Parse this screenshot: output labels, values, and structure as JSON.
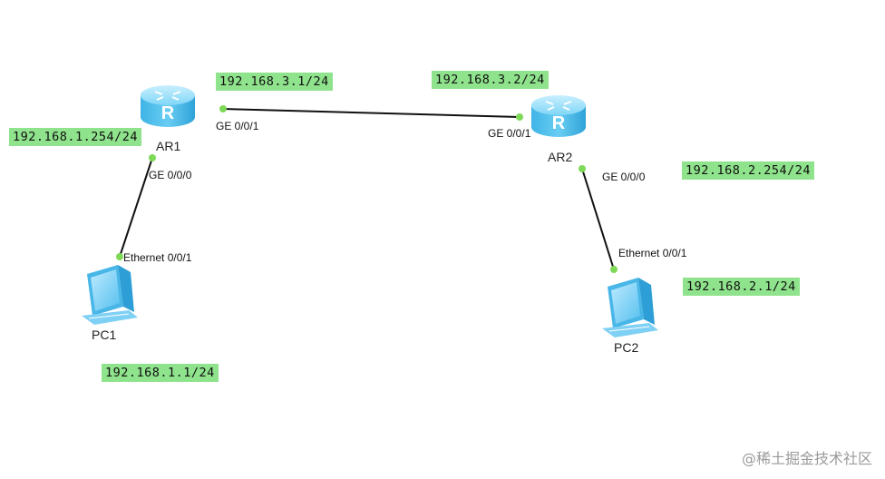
{
  "devices": {
    "ar1": {
      "label": "AR1",
      "icon": "router-icon",
      "ports": [
        "GE 0/0/1",
        "GE 0/0/0"
      ]
    },
    "ar2": {
      "label": "AR2",
      "icon": "router-icon",
      "ports": [
        "GE 0/0/1",
        "GE 0/0/0"
      ]
    },
    "pc1": {
      "label": "PC1",
      "icon": "pc-icon",
      "ports": [
        "Ethernet 0/0/1"
      ]
    },
    "pc2": {
      "label": "PC2",
      "icon": "pc-icon",
      "ports": [
        "Ethernet 0/0/1"
      ]
    }
  },
  "links": [
    {
      "from": "AR1",
      "from_port": "GE 0/0/1",
      "to": "AR2",
      "to_port": "GE 0/0/1"
    },
    {
      "from": "AR1",
      "from_port": "GE 0/0/0",
      "to": "PC1",
      "to_port": "Ethernet 0/0/1"
    },
    {
      "from": "AR2",
      "from_port": "GE 0/0/0",
      "to": "PC2",
      "to_port": "Ethernet 0/0/1"
    }
  ],
  "ip_labels": {
    "ar1_ge001": "192.168.3.1/24",
    "ar2_ge001": "192.168.3.2/24",
    "ar1_ge000": "192.168.1.254/24",
    "ar2_ge000": "192.168.2.254/24",
    "pc1": "192.168.1.1/24",
    "pc2": "192.168.2.1/24"
  },
  "watermark": "@稀土掘金技术社区",
  "colors": {
    "ip_label_bg": "#8fe38c",
    "port_dot": "#7ed957",
    "link": "#111111",
    "router_body": "#57c6f0",
    "pc_screen": "#8fd8f6"
  }
}
